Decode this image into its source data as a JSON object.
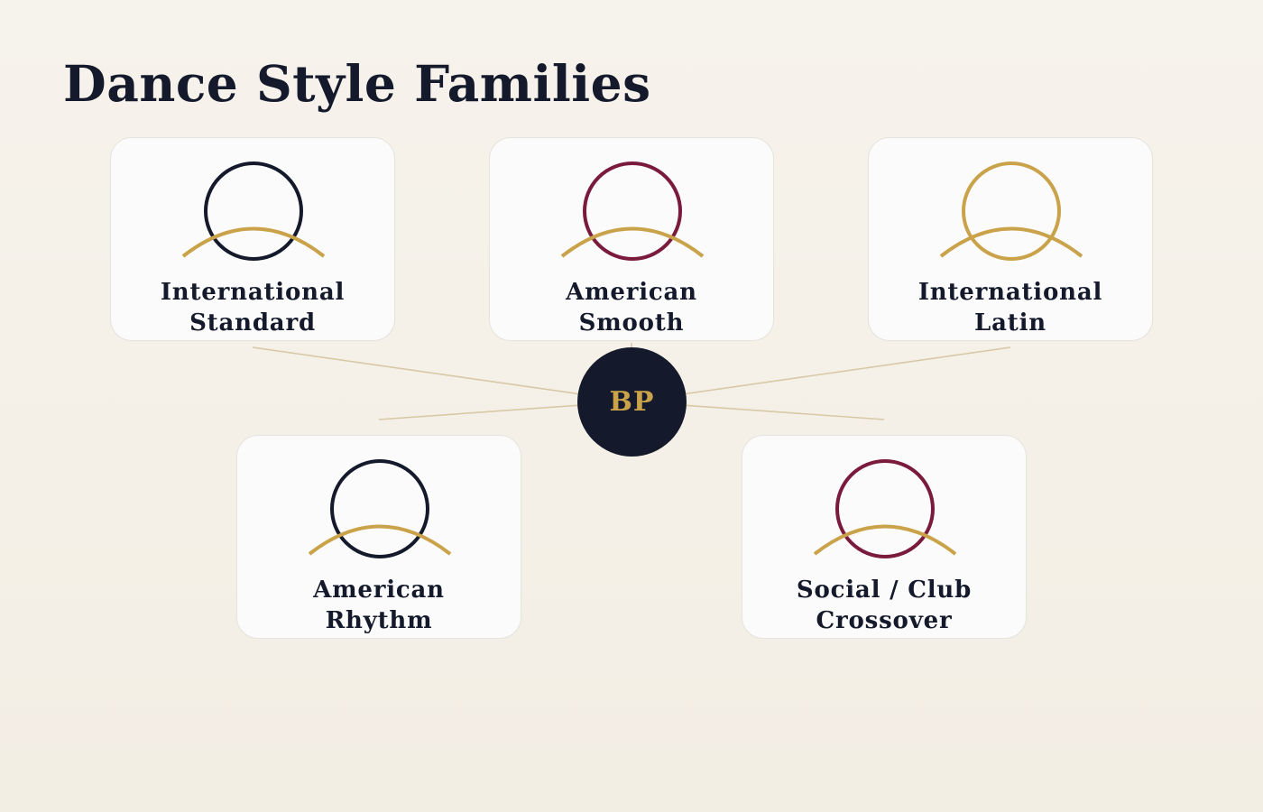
{
  "page": {
    "title": "Dance Style Families"
  },
  "hub": {
    "label": "BP",
    "fill_color": "#141a2b",
    "text_color": "#c9a24a"
  },
  "connector_color": "#d8c8a6",
  "arc_color": "#c9a24a",
  "families": [
    {
      "line1": "International",
      "line2": "Standard",
      "ring_color": "#141a2b",
      "icon": "ring-with-gold-arc-icon"
    },
    {
      "line1": "American",
      "line2": "Smooth",
      "ring_color": "#7a1a3c",
      "icon": "ring-with-gold-arc-icon"
    },
    {
      "line1": "International",
      "line2": "Latin",
      "ring_color": "#c9a24a",
      "icon": "ring-with-gold-arc-icon"
    },
    {
      "line1": "American",
      "line2": "Rhythm",
      "ring_color": "#141a2b",
      "icon": "ring-with-gold-arc-icon"
    },
    {
      "line1": "Social / Club",
      "line2": "Crossover",
      "ring_color": "#7a1a3c",
      "icon": "ring-with-gold-arc-icon"
    }
  ]
}
